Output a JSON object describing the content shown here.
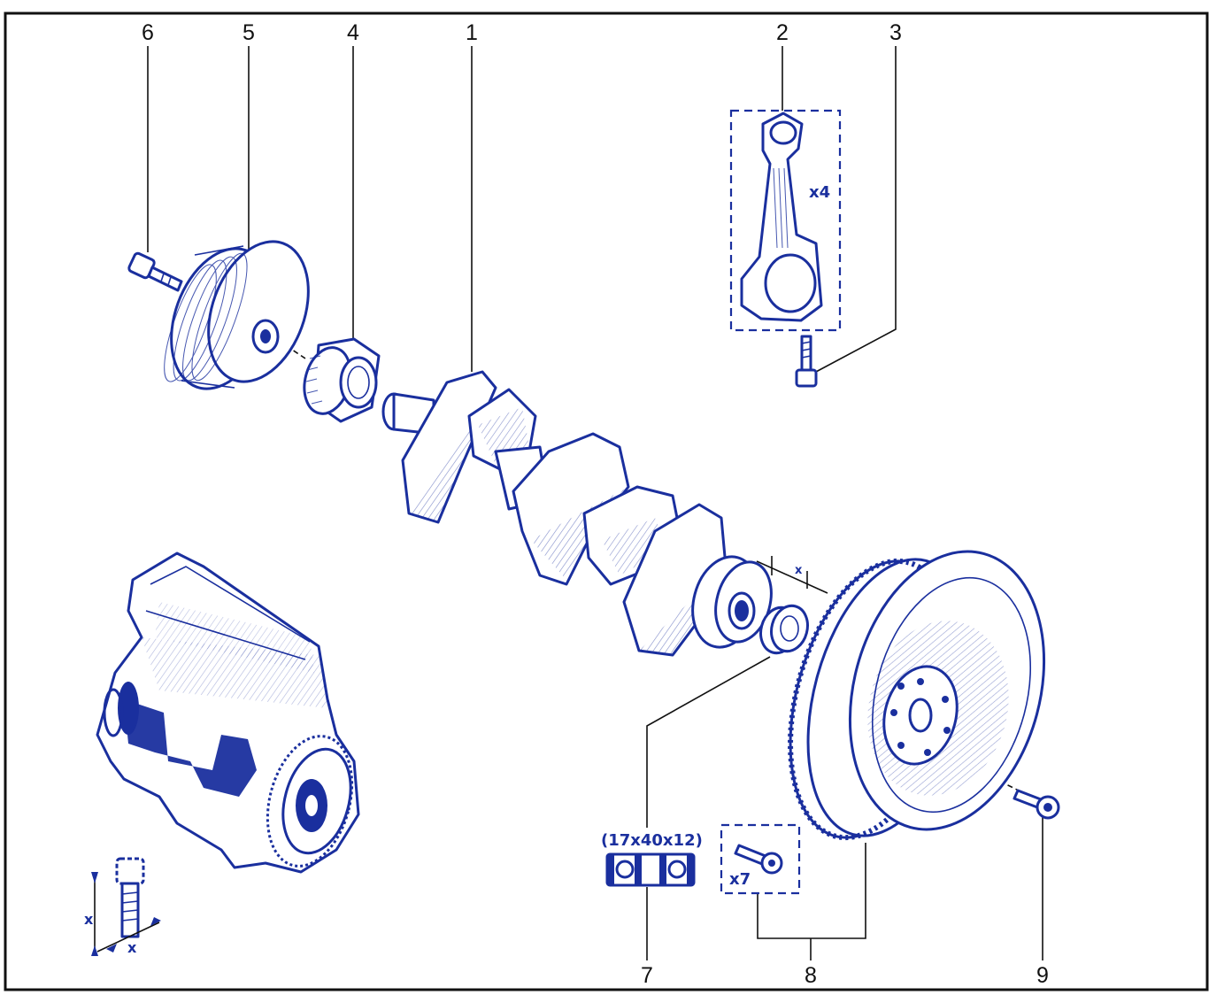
{
  "callouts": {
    "c1": "1",
    "c2": "2",
    "c3": "3",
    "c4": "4",
    "c5": "5",
    "c6": "6",
    "c7": "7",
    "c8": "8",
    "c9": "9"
  },
  "labels": {
    "rod_qty": "x4",
    "bolt_qty": "x7",
    "seal_dims": "(17x40x12)",
    "dim_x": "x"
  },
  "colors": {
    "ink": "#1a2f9e",
    "frame": "#111111",
    "background": "#ffffff"
  }
}
